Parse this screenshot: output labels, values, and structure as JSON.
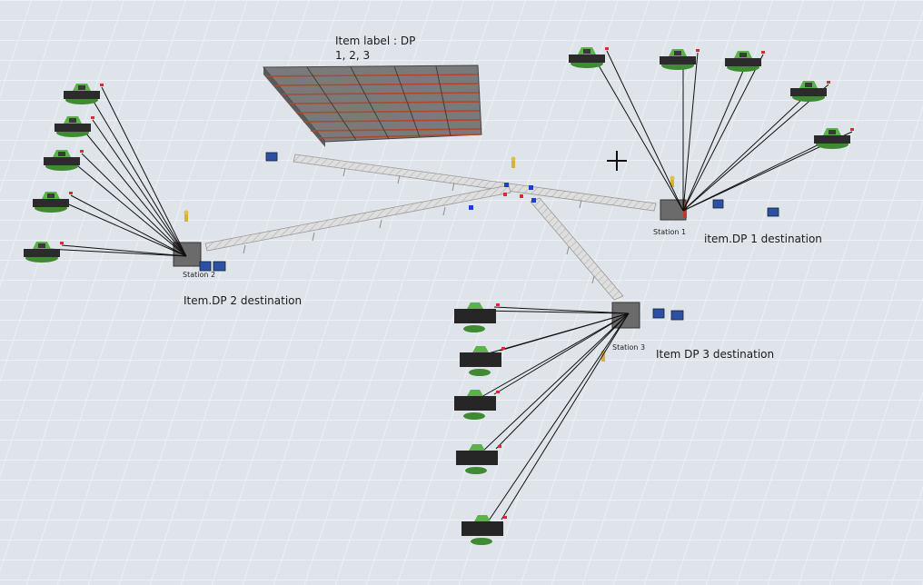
{
  "annotations": {
    "item_label": "Item label : DP\n1, 2, 3",
    "dp1_destination": "item.DP 1 destination",
    "dp2_destination": "Item.DP 2 destination",
    "dp3_destination": "Item DP 3 destination"
  },
  "stations": {
    "station1": "Station 1",
    "station2": "Station 2",
    "station3": "Station 3"
  },
  "colors": {
    "floor": "#dfe4ea",
    "grid": "#f3f6f8",
    "conveyor": "#d8d8d8",
    "rack_frame": "#555555",
    "rack_shelf": "#b3472a",
    "processor_green": "#4a9d3a",
    "processor_dark": "#2b2b2b",
    "station_box": "#6b6b6b",
    "queue_blue": "#2e4fa6"
  }
}
